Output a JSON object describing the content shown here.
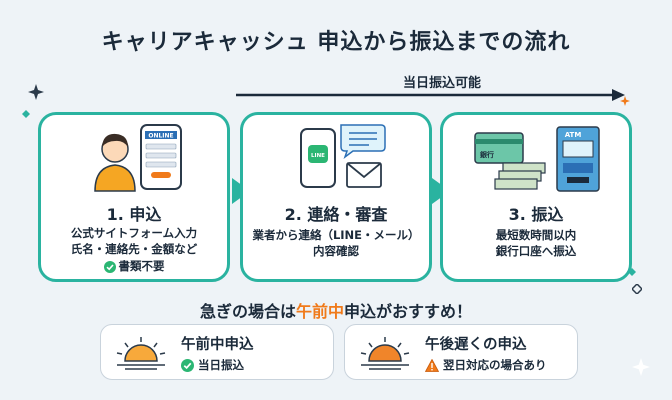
{
  "title": "キャリアキャッシュ 申込から振込までの流れ",
  "same_day_label": "当日振込可能",
  "steps": [
    {
      "number_label": "1. 申込",
      "lines": [
        "公式サイトフォーム入力",
        "氏名・連絡先・金額など"
      ],
      "note": "書類不要",
      "phone_screen_label": "ONLINE"
    },
    {
      "number_label": "2. 連絡・審査",
      "lines": [
        "業者から連絡（LINE・メール）",
        "内容確認"
      ],
      "phone_screen_label": "LINE"
    },
    {
      "number_label": "3. 振込",
      "lines": [
        "最短数時間以内",
        "銀行口座へ振込"
      ],
      "card_label": "銀行",
      "atm_label": "ATM"
    }
  ],
  "tip": {
    "prefix": "急ぎの場合は",
    "highlight": "午前中",
    "suffix": "申込がおすすめ！"
  },
  "cards": [
    {
      "title": "午前中申込",
      "subtitle": "当日振込",
      "status": "check"
    },
    {
      "title": "午後遅くの申込",
      "subtitle": "翌日対応の場合あり",
      "status": "warning"
    }
  ],
  "colors": {
    "accent": "#2ab3a0",
    "highlight": "#f07a1a",
    "navy": "#1b2a3a",
    "check_green": "#2bb673",
    "warning_orange": "#f07a1a"
  }
}
